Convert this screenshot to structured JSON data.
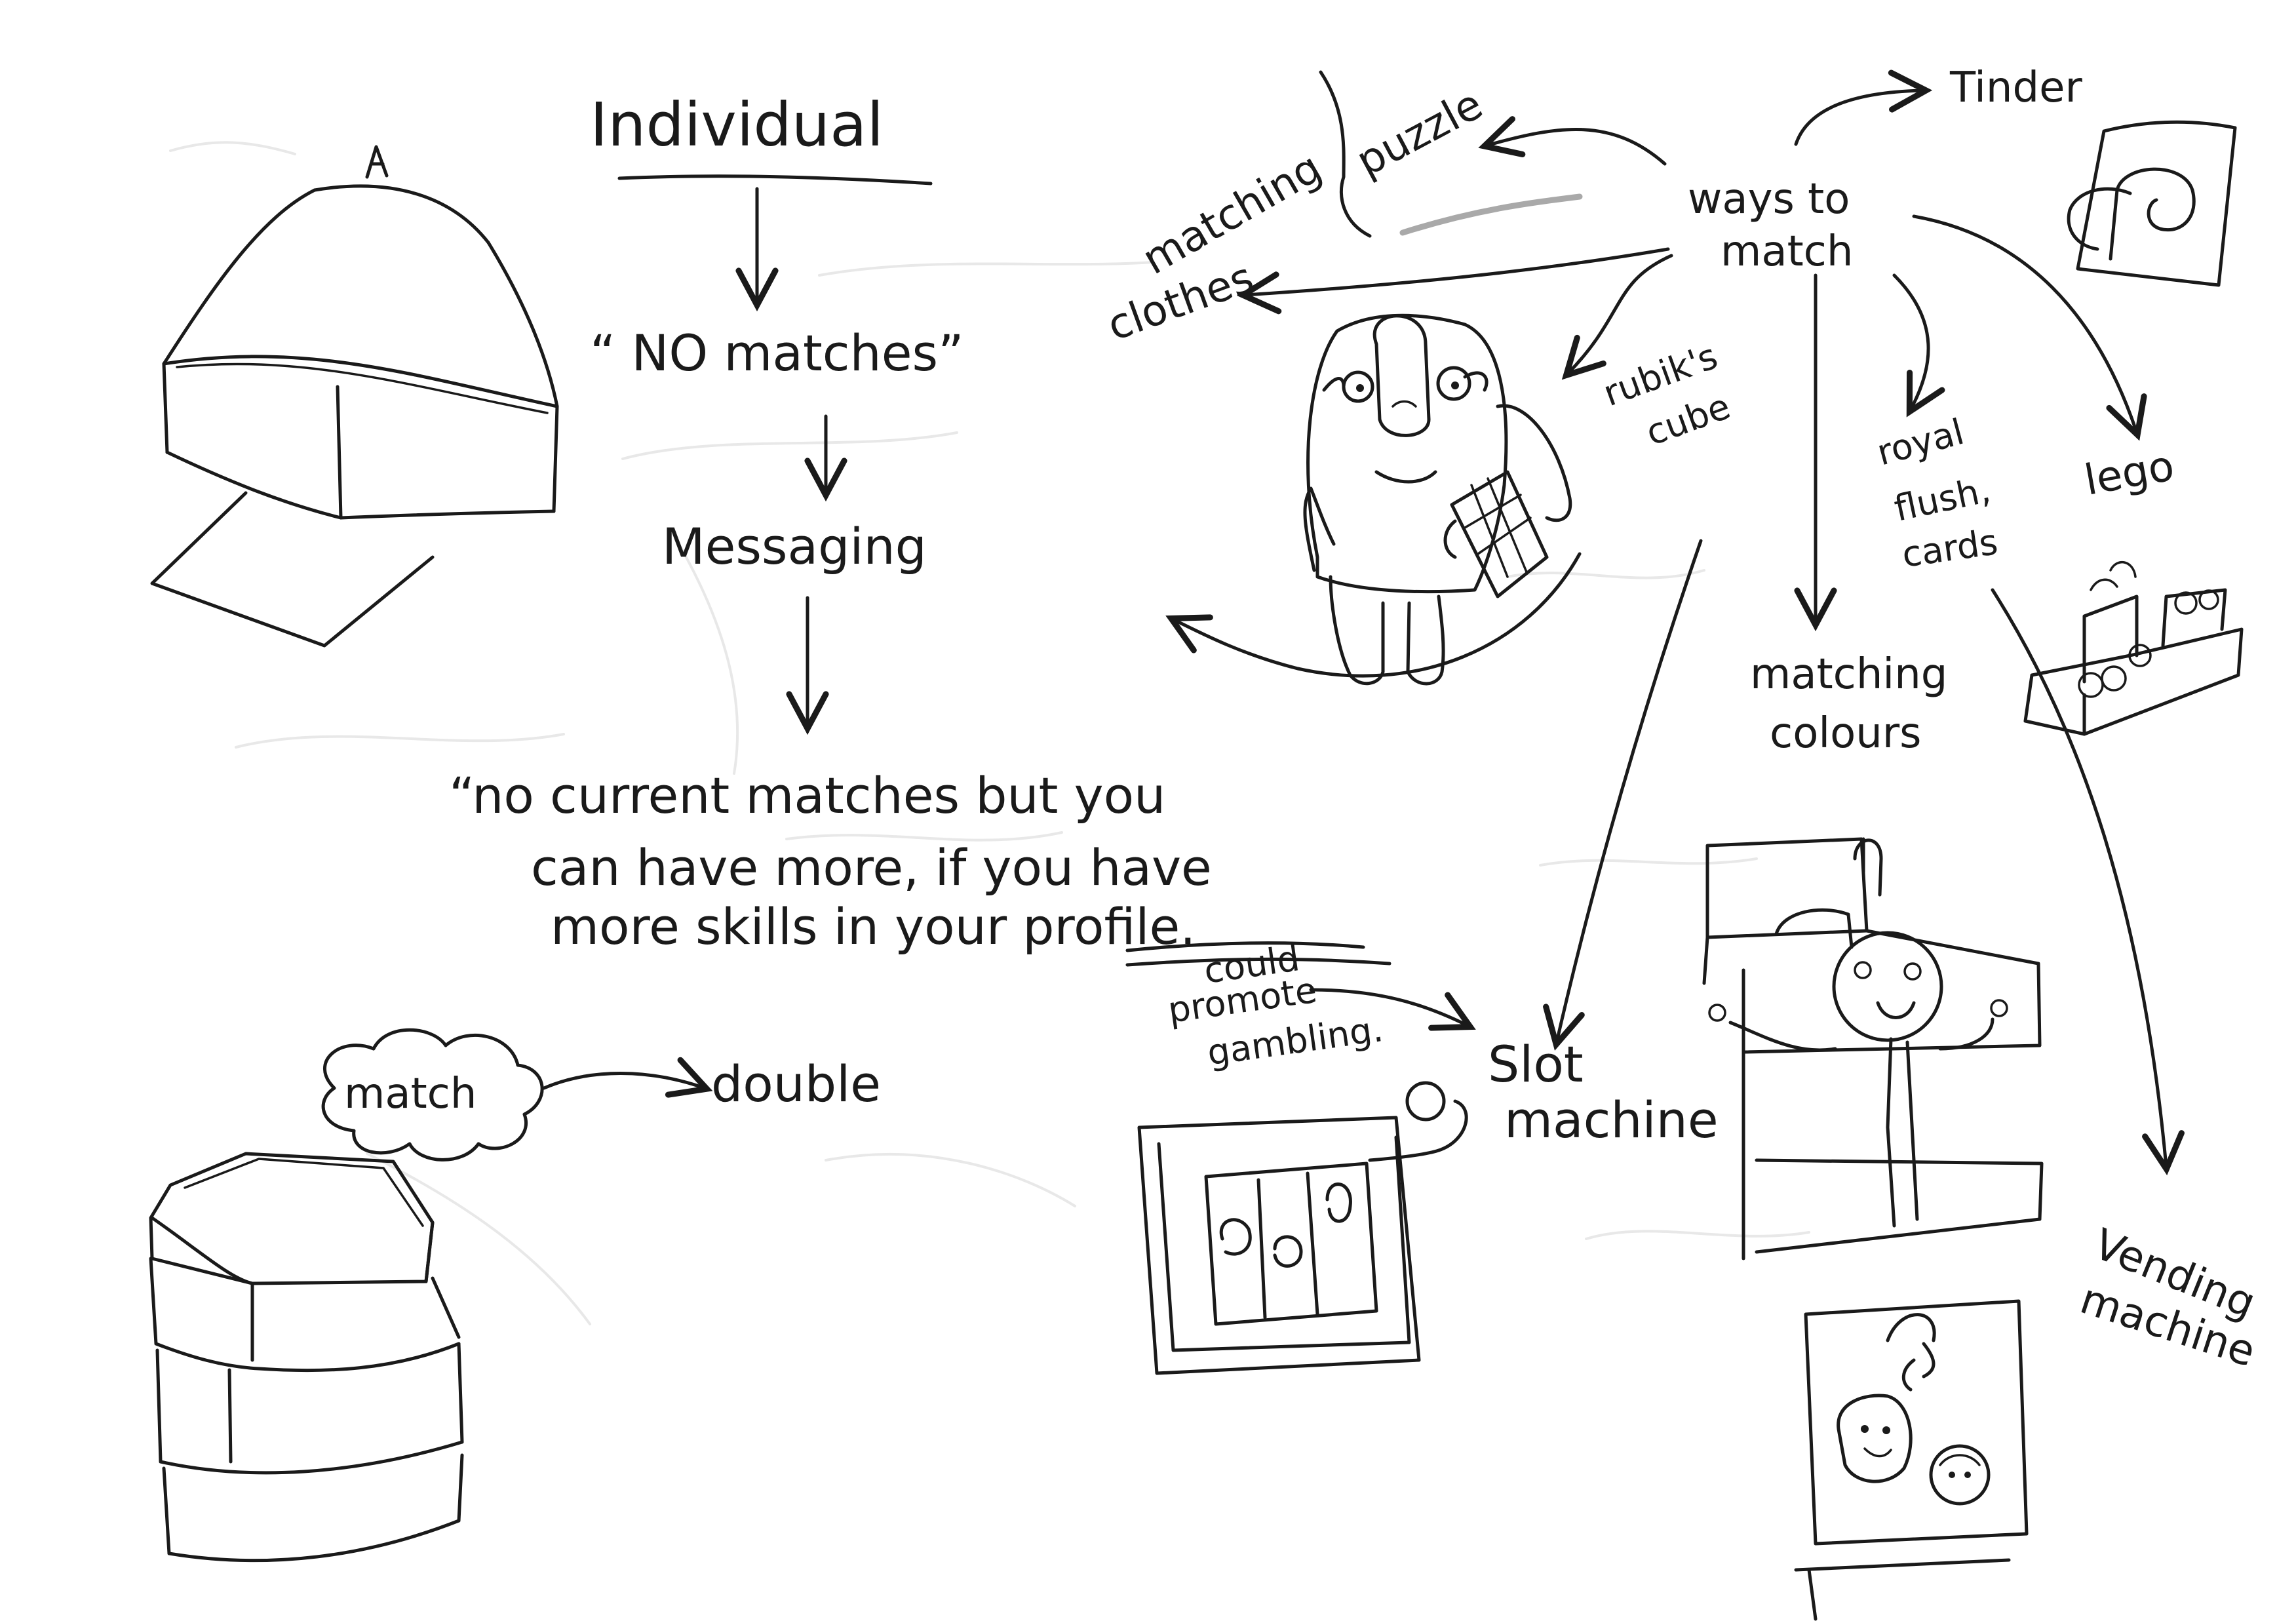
{
  "flow": {
    "title": "Individual",
    "no_matches": "“ NO matches”",
    "messaging": "Messaging",
    "quote_line1": "“no current  matches but you",
    "quote_line2": "can have more, if you have",
    "quote_line3": "more skills in your profile."
  },
  "double": {
    "match": "match",
    "double": "double"
  },
  "ways": {
    "center_line1": "ways to",
    "center_line2": "match",
    "tinder": "Tinder",
    "puzzle": "puzzle",
    "matching_clothes_1": "matching",
    "matching_clothes_2": "clothes",
    "rubiks_1": "rubik's",
    "rubiks_2": "cube",
    "royal_1": "royal",
    "royal_2": "flush,",
    "royal_3": "cards",
    "lego": "lego",
    "colours_1": "matching",
    "colours_2": "colours",
    "slot_1": "Slot",
    "slot_2": "machine",
    "vending_1": "Vending",
    "vending_2": "machine",
    "gambling_1": "could",
    "gambling_2": "promote",
    "gambling_3": "gambling."
  }
}
